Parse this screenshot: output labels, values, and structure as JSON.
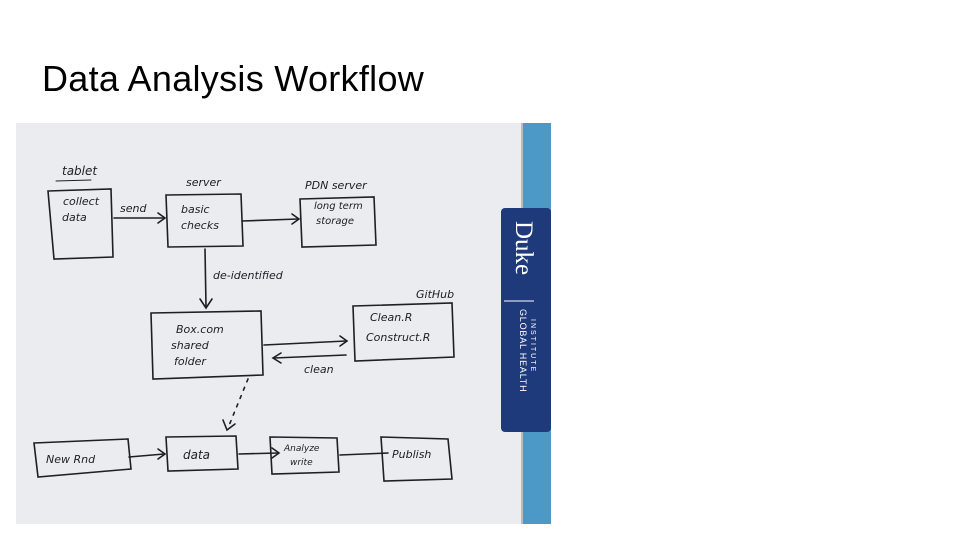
{
  "slide": {
    "title": "Data Analysis Workflow"
  },
  "whiteboard": {
    "tablet_label": "tablet",
    "collect_box": [
      "collect",
      "data"
    ],
    "send_label": "send",
    "server_label": "server",
    "basic_box": [
      "basic",
      "checks"
    ],
    "pdn_label": "PDN server",
    "storage_box": [
      "long term",
      "storage"
    ],
    "deidentified_label": "de-identified",
    "github_label": "GitHub",
    "box_folder": [
      "Box.com",
      "shared",
      "folder"
    ],
    "scripts_box": [
      "Clean.R",
      "Construct.R"
    ],
    "clean_label": "clean",
    "new_round": "New Rnd",
    "data_box": "data",
    "analyze_box": [
      "Analyze",
      "write"
    ],
    "publish_box": "Publish"
  },
  "logo": {
    "name": "Duke",
    "line1": "GLOBAL HEALTH",
    "line2": "INSTITUTE",
    "color": "#1f3a7a"
  }
}
